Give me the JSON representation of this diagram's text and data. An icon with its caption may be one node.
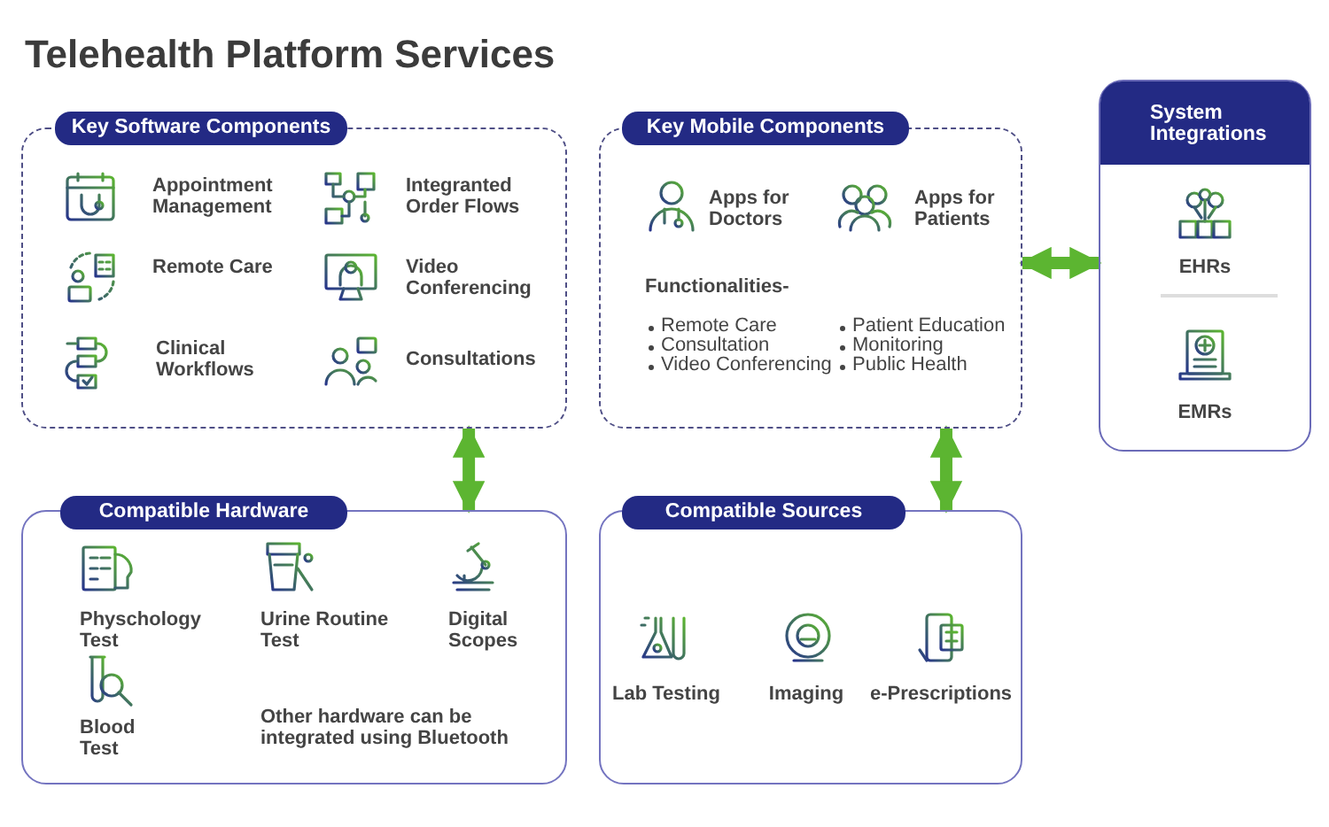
{
  "diagram": {
    "title": "Telehealth Platform Services",
    "nodes": [
      {
        "text": [
          "Key Software Components"
        ]
      },
      {
        "text": [
          "Key Mobile Components"
        ]
      },
      {
        "text": [
          "System Integrations"
        ]
      },
      {
        "text": [
          "Compatible Hardware"
        ]
      },
      {
        "text": [
          "Compatible Sources"
        ]
      }
    ],
    "edges": [
      {
        "from": 0,
        "to": 3,
        "arrow": "both"
      },
      {
        "from": 1,
        "to": 2,
        "arrow": "both"
      },
      {
        "from": 1,
        "to": 4,
        "arrow": "both"
      }
    ],
    "labels": [
      "Appointment Management",
      "Integranted Order Flows",
      "Remote Care",
      "Video Conferencing",
      "Clinical Workflows",
      "Consultations",
      "Apps for Doctors",
      "Apps for Patients",
      "Functionalities-",
      "Remote Care",
      "Patient Education",
      "Consultation",
      "Monitoring",
      "Video Conferencing",
      "Public Health",
      "EHRs",
      "EMRs",
      "Physchology Test",
      "Urine Routine Test",
      "Digital Scopes",
      "Blood Test",
      "Other hardware can be integrated using Bluetooth",
      "Lab Testing",
      "Imaging",
      "e-Prescriptions"
    ]
  }
}
